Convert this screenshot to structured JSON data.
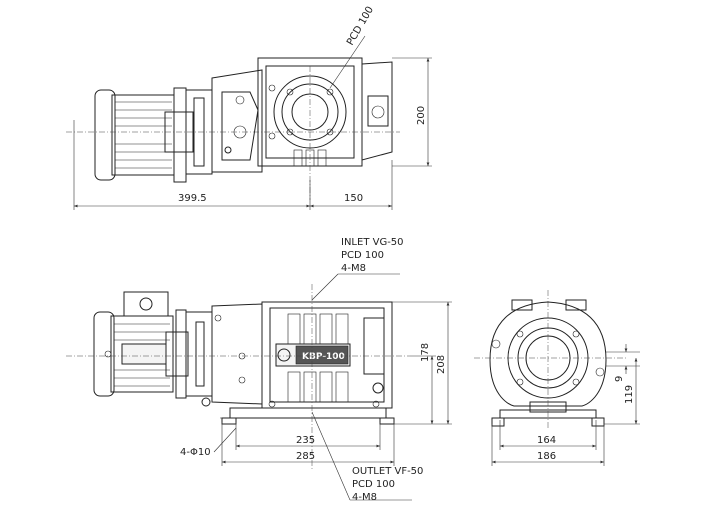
{
  "top_view": {
    "pcd_label": "PCD 100",
    "dim_length_left": "399.5",
    "dim_length_right": "150",
    "dim_height": "200"
  },
  "front_view": {
    "inlet_label": "INLET VG-50",
    "inlet_pcd": "PCD 100",
    "inlet_bolts": "4-M8",
    "outlet_label": "OUTLET VF-50",
    "outlet_pcd": "PCD 100",
    "outlet_bolts": "4-M8",
    "mount_holes": "4-Φ10",
    "dim_inner": "235",
    "dim_outer": "285",
    "dim_height_total": "208",
    "dim_height_center": "178",
    "model_plate": "KBP-100"
  },
  "side_view": {
    "dim_inner": "164",
    "dim_outer": "186",
    "dim_offset": "9",
    "dim_shaft_height": "119"
  }
}
